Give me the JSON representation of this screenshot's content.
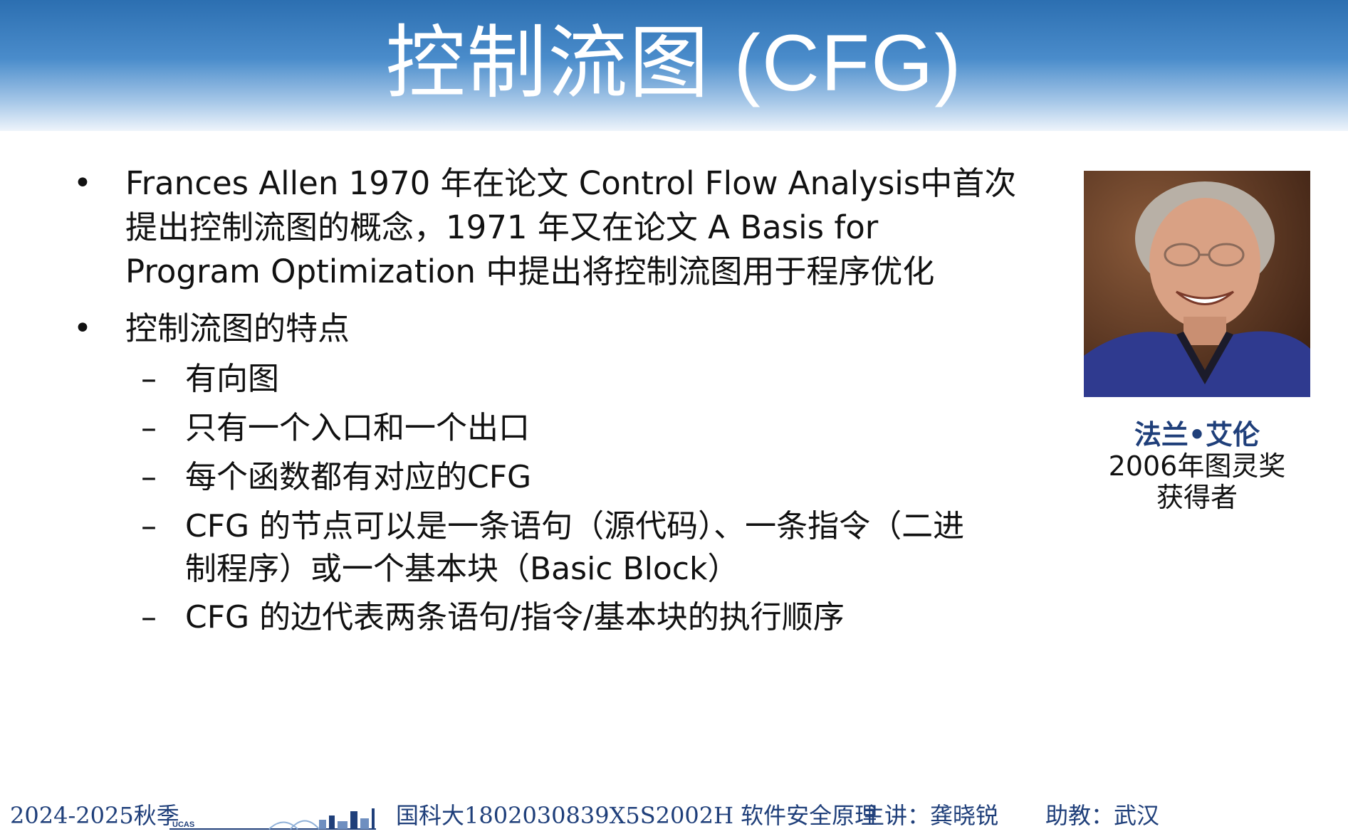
{
  "slide": {
    "title": "控制流图 (CFG)"
  },
  "bullets": {
    "b1_line1": "Frances Allen 1970 年在论文 Control Flow Analysis中首次",
    "b1_line2": "提出控制流图的概念，1971 年又在论文  A Basis for",
    "b1_line3": "Program Optimization 中提出将控制流图用于程序优化",
    "b2_line1": "控制流图的特点",
    "bullet_marker": "•",
    "dash_marker": "–"
  },
  "features": {
    "f1": "有向图",
    "f2": "只有一个入口和一个出口",
    "f3": "每个函数都有对应的CFG",
    "f4_line1": "CFG 的节点可以是一条语句（源代码）、一条指令（二进",
    "f4_line2": "制程序）或一个基本块（Basic Block）",
    "f5": "CFG 的边代表两条语句/指令/基本块的执行顺序"
  },
  "portrait": {
    "name": "法兰•艾伦",
    "award": "2006年图灵奖",
    "award_line2": "获得者"
  },
  "footer": {
    "term": "2024-2025秋季",
    "logo_text": "UCAS",
    "course": "国科大1802030839X5S2002H 软件安全原理",
    "lecturer": "主讲：龚晓锐",
    "assistant": "助教：武汉"
  },
  "colors": {
    "title_bar_top": "#2c6fb1",
    "title_text": "#ffffff",
    "footer_text": "#1f3f7a"
  }
}
